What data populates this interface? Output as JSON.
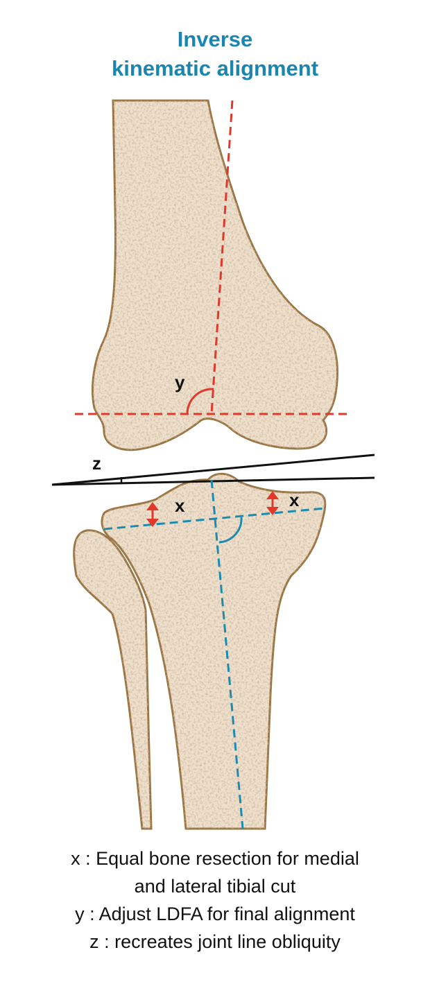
{
  "title": {
    "line1": "Inverse",
    "line2": "kinematic alignment"
  },
  "labels": {
    "x_left": "x",
    "x_right": "x",
    "y": "y",
    "z": "z"
  },
  "caption": [
    "x : Equal bone resection for medial",
    "and lateral tibial cut",
    "y : Adjust LDFA for final alignment",
    "z : recreates joint line obliquity"
  ],
  "colors": {
    "title": "#1a86b0",
    "femoral_axis": "#e0392b",
    "tibial_axis": "#1d8bb0",
    "bone_fill": "#efe0cc",
    "bone_outline": "#9a7441"
  }
}
